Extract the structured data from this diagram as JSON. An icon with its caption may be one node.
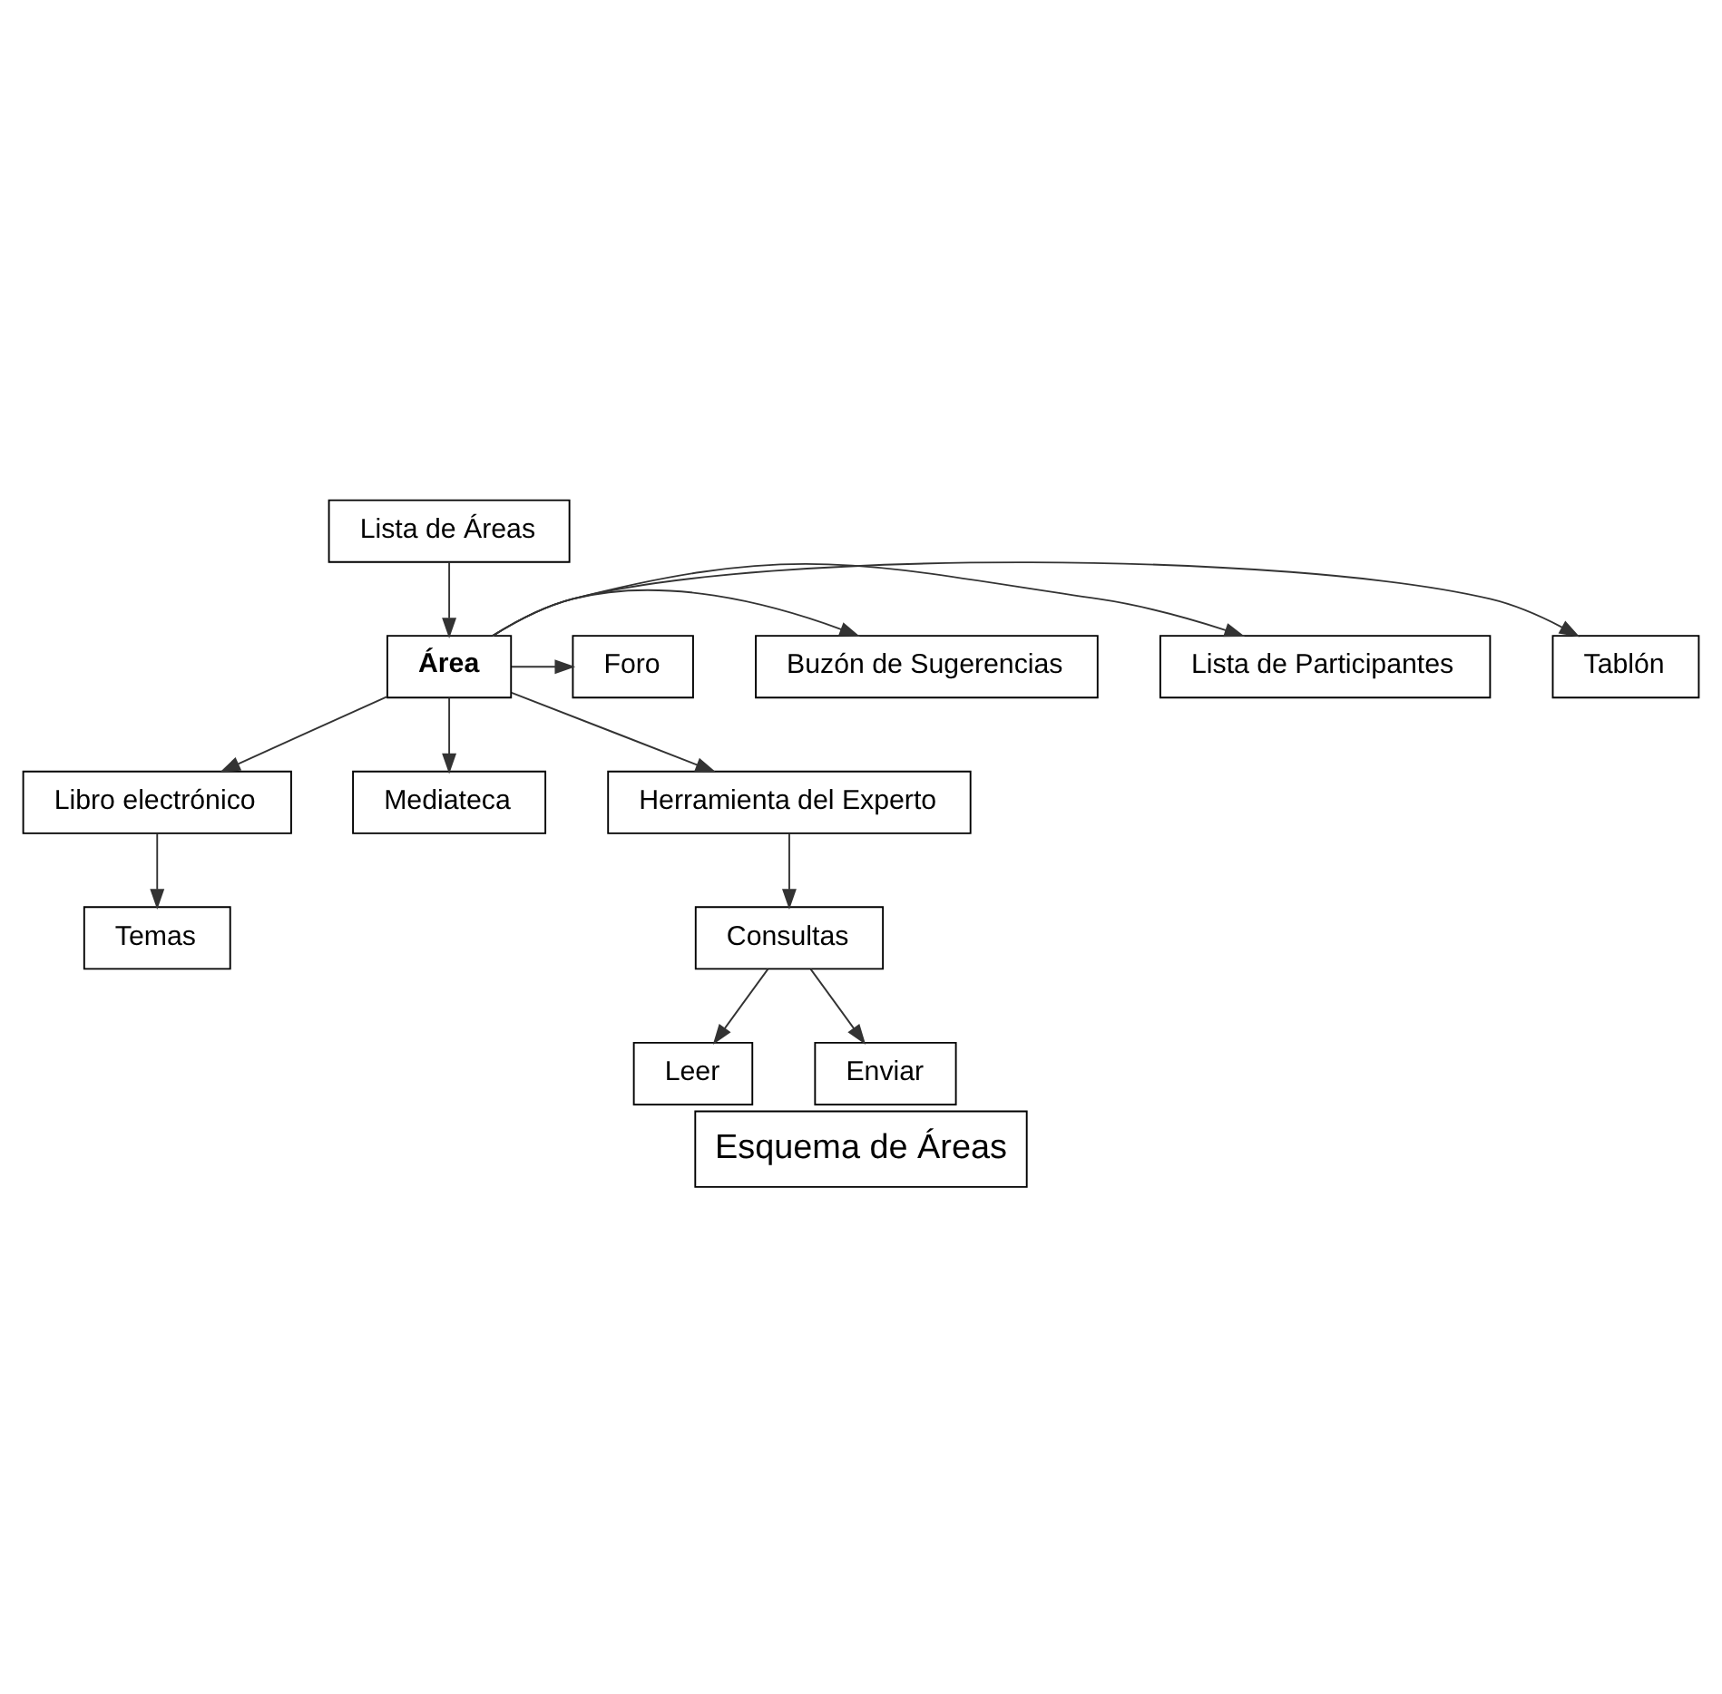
{
  "diagram": {
    "caption": "Esquema de Áreas",
    "nodes": [
      {
        "text": [
          "Lista de Áreas"
        ]
      },
      {
        "text": [
          "Tablón"
        ]
      },
      {
        "text": [
          "Lista de Participantes"
        ]
      },
      {
        "text": [
          "Área"
        ]
      },
      {
        "text": [
          "Buzón de Sugerencias"
        ]
      },
      {
        "text": [
          "Foro"
        ]
      },
      {
        "text": [
          "Libro electrónico"
        ]
      },
      {
        "text": [
          "Mediateca"
        ]
      },
      {
        "text": [
          "Herramienta del Experto"
        ]
      },
      {
        "text": [
          "Temas"
        ]
      },
      {
        "text": [
          "Consultas"
        ]
      },
      {
        "text": [
          "Leer"
        ]
      },
      {
        "text": [
          "Enviar"
        ]
      }
    ],
    "edges": [
      {
        "from": 0,
        "to": 3,
        "arrow": "to"
      },
      {
        "from": 3,
        "to": 1,
        "arrow": "to"
      },
      {
        "from": 3,
        "to": 2,
        "arrow": "to"
      },
      {
        "from": 3,
        "to": 4,
        "arrow": "to"
      },
      {
        "from": 3,
        "to": 5,
        "arrow": "to"
      },
      {
        "from": 3,
        "to": 6,
        "arrow": "to"
      },
      {
        "from": 3,
        "to": 7,
        "arrow": "to"
      },
      {
        "from": 3,
        "to": 8,
        "arrow": "to"
      },
      {
        "from": 6,
        "to": 9,
        "arrow": "to"
      },
      {
        "from": 8,
        "to": 10,
        "arrow": "to"
      },
      {
        "from": 10,
        "to": 11,
        "arrow": "to"
      },
      {
        "from": 10,
        "to": 12,
        "arrow": "to"
      }
    ]
  }
}
